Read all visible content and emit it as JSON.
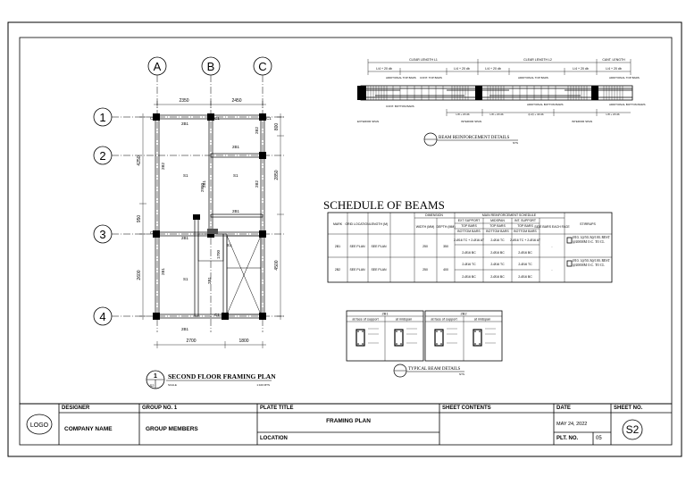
{
  "plan": {
    "grid_letters": [
      "A",
      "B",
      "C"
    ],
    "grid_numbers": [
      "1",
      "2",
      "3",
      "4"
    ],
    "top_dims": [
      "2350",
      "2450"
    ],
    "bottom_dims": [
      "2700",
      "1800"
    ],
    "left_dims": [
      "4250",
      "950",
      "2600"
    ],
    "right_dims": [
      "800",
      "2850",
      "4500"
    ],
    "col_labels": [
      "C1",
      "C1",
      "C1",
      "C1",
      "C1"
    ],
    "beam_labels": [
      "2B1",
      "2B1",
      "2B1",
      "2B1",
      "2B1",
      "2B2",
      "2B1",
      "2B2",
      "2B2",
      "2B1",
      "2B1"
    ],
    "slab_labels": [
      "S1",
      "S1",
      "S1",
      "S1"
    ],
    "misc_labels": [
      "1700",
      "2950"
    ],
    "title_number": "1",
    "title_sheet": "S2",
    "title": "SECOND FLOOR FRAMING PLAN",
    "scale_left": "SCALE",
    "scale_right": "1:100 MTS"
  },
  "beam_detail": {
    "top_labels": [
      "CLEAR LENGTH L1",
      "CLEAR LENGTH L2",
      "CANT. LENGTH"
    ],
    "sub_labels": [
      "L/4 + 20 db",
      "L/4 + 20 db",
      "L/4 + 20 db",
      "L/4 + 20 db",
      "L/4 + 20 db"
    ],
    "notes": [
      "ADDITIONAL TOP BARS",
      "CONT. TOP BARS",
      "ADDITIONAL TOP BARS",
      "ADDITIONAL TOP BARS",
      "CONT. BOTTOM BARS",
      "ADDITIONAL BOTTOM BARS",
      "ADDITIONAL BOTTOM BARS"
    ],
    "dims_bottom": [
      "L/8 + 20 db",
      "L/8 + 20 db",
      "(L/2) + 40 db",
      "L/8 + 20 db"
    ],
    "supports": [
      "EXTERIOR SPAN",
      "INTERIOR SPAN",
      "INTERIOR SPAN"
    ],
    "title": "BEAM REINFORCEMENT DETAILS",
    "scale": "NTS"
  },
  "schedule": {
    "title": "SCHEDULE OF BEAMS",
    "headers": {
      "mark": "MARK",
      "grid": "GRID LOCATION",
      "length": "LENGTH (M)",
      "dimension": "DIMENSION",
      "width": "WIDTH (MM)",
      "depth": "DEPTH (MM)",
      "main": "MAIN REINFORCEMENT SCHEDULE",
      "ext_support": "EXT SUPPORT",
      "midspan": "MIDSPAN",
      "int_support": "INT. SUPPORT",
      "top_bars": "TOP BARS",
      "bottom_bars": "BOTTOM BARS",
      "side_bars": "SIDE BARS EACH FACE",
      "stirrups": "STIRRUPS"
    },
    "rows": [
      {
        "mark": "2B1",
        "grid": "SEE PLAN",
        "length": "SEE PLAN",
        "width": "250",
        "depth": "350",
        "ext_top": "2-Ø16 TC + 2-Ø16 AT",
        "ext_bot": "2-Ø16 BC",
        "mid_top": "2-Ø16 TC",
        "mid_bot": "2-Ø16 BC",
        "int_top": "2-Ø16 TC + 2-Ø16 AT",
        "int_bot": "2-Ø16 BC",
        "side": "-",
        "stirrups": "Ø10, 1@50, 8@100, REST @200MM O.C. TO CL"
      },
      {
        "mark": "2B2",
        "grid": "SEE PLAN",
        "length": "SEE PLAN",
        "width": "250",
        "depth": "400",
        "ext_top": "2-Ø16 TC",
        "ext_bot": "2-Ø16 BC",
        "mid_top": "2-Ø16 TC",
        "mid_bot": "2-Ø16 BC",
        "int_top": "2-Ø16 TC",
        "int_bot": "2-Ø16 BC",
        "side": "-",
        "stirrups": "Ø10, 1@50, 8@100, REST @200MM O.C. TO CL"
      }
    ]
  },
  "typical": {
    "groups": [
      "2B1",
      "2B2"
    ],
    "subheads": [
      "at face of support",
      "at midspan",
      "at face of support",
      "at midspan"
    ],
    "title": "TYPICAL BEAM DETAILS",
    "scale": "NTS"
  },
  "title_block": {
    "logo": "LOGO",
    "designer_label": "DESIGNER",
    "company": "COMPANY NAME",
    "group_label": "GROUP NO. 1",
    "group_members": "GROUP MEMBERS",
    "plate_title_label": "PLATE TITLE",
    "plate_title": "FRAMING PLAN",
    "location_label": "LOCATION",
    "sheet_contents_label": "SHEET CONTENTS",
    "date_label": "DATE",
    "date": "MAY 24, 2022",
    "plt_no_label": "PLT. NO.",
    "plt_no": "05",
    "sheet_no_label": "SHEET NO.",
    "sheet_no": "S2"
  }
}
